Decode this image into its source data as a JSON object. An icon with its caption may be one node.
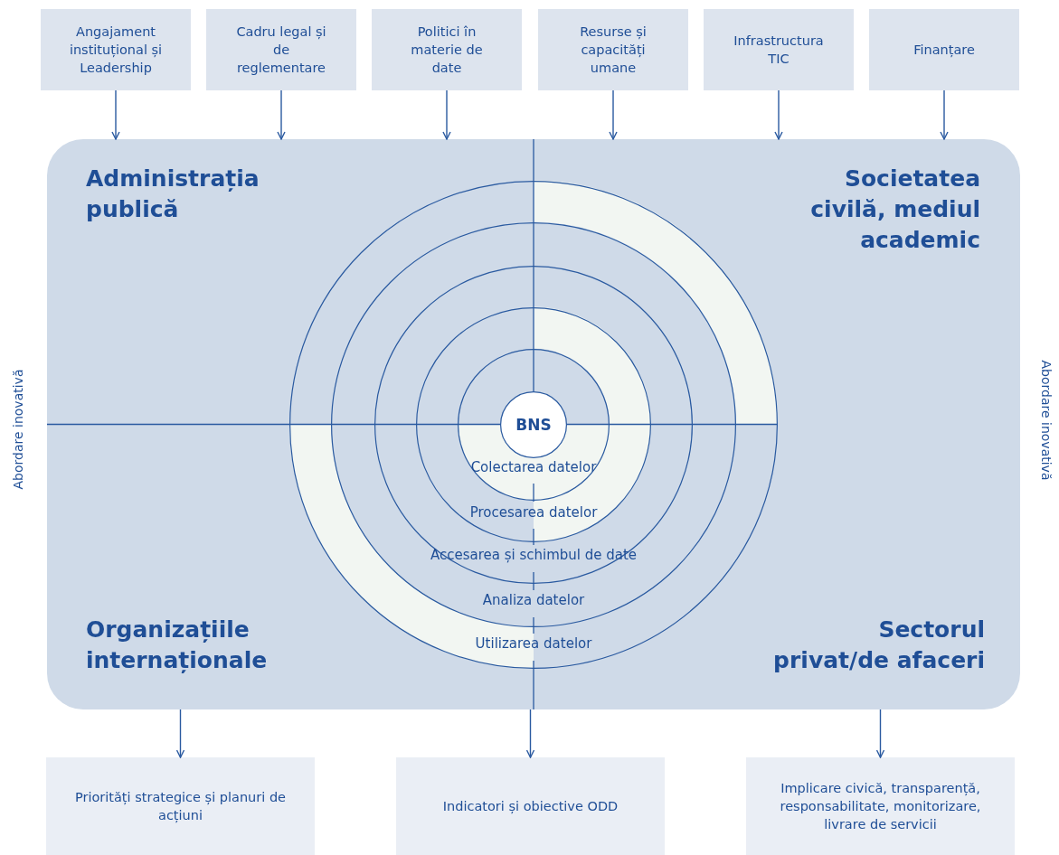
{
  "diagram": {
    "nodes": [
      {
        "text": [
          "Angajament instituțional și Leadership"
        ]
      },
      {
        "text": [
          "Cadru legal și de reglementare"
        ]
      },
      {
        "text": [
          "Politici în materie de date"
        ]
      },
      {
        "text": [
          "Resurse și capacități umane"
        ]
      },
      {
        "text": [
          "Infrastructura TIC"
        ]
      },
      {
        "text": [
          "Finanțare"
        ]
      },
      {
        "text": [],
        "shape": "box"
      },
      {
        "text": [
          "Utilizarea datelor"
        ],
        "in": 6
      },
      {
        "text": [
          "Analiza datelor"
        ],
        "in": 7
      },
      {
        "text": [
          "Accesarea și schimbul de date"
        ],
        "in": 8
      },
      {
        "text": [
          "Procesarea datelor"
        ],
        "in": 9
      },
      {
        "text": [
          "Colectarea datelor"
        ],
        "in": 10
      },
      {
        "text": [
          "BNS"
        ],
        "in": 11
      },
      {
        "text": [
          "Priorități strategice și planuri de acțiuni"
        ]
      },
      {
        "text": [
          "Indicatori și obiective ODD"
        ]
      },
      {
        "text": [
          "Implicare civică, transparență, responsabilitate, monitorizare, livrare de servicii"
        ]
      }
    ],
    "edges": [
      {
        "from": 0,
        "to": 6,
        "arrow": "to"
      },
      {
        "from": 1,
        "to": 6,
        "arrow": "to"
      },
      {
        "from": 2,
        "to": 6,
        "arrow": "to"
      },
      {
        "from": 3,
        "to": 6,
        "arrow": "to"
      },
      {
        "from": 4,
        "to": 6,
        "arrow": "to"
      },
      {
        "from": 5,
        "to": 6,
        "arrow": "to"
      },
      {
        "from": 6,
        "to": 13,
        "arrow": "to"
      },
      {
        "from": 6,
        "to": 14,
        "arrow": "to"
      },
      {
        "from": 6,
        "to": 15,
        "arrow": "to"
      }
    ],
    "labels": [
      "Administrația publică",
      "Societatea civilă, mediul academic",
      "Abordare inovativă",
      "Abordare inovativă",
      "Organizațiile internaționale",
      "Sectorul privat/de afaceri"
    ]
  }
}
